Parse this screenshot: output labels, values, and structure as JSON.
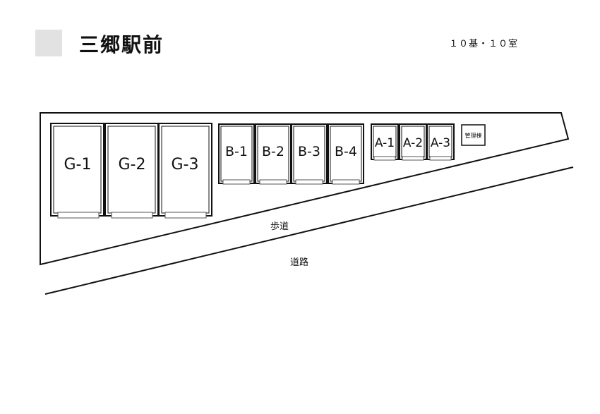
{
  "header": {
    "title": "三郷駅前",
    "count": "１０基・１０室"
  },
  "site": {
    "units": {
      "G": [
        "G-1",
        "G-2",
        "G-3"
      ],
      "B": [
        "B-1",
        "B-2",
        "B-3",
        "B-4"
      ],
      "A": [
        "A-1",
        "A-2",
        "A-3"
      ]
    },
    "office_label": "管理棟",
    "sidewalk_label": "歩道",
    "road_label": "道路"
  },
  "colors": {
    "header_box": "#e2e2e2",
    "line": "#111111"
  }
}
